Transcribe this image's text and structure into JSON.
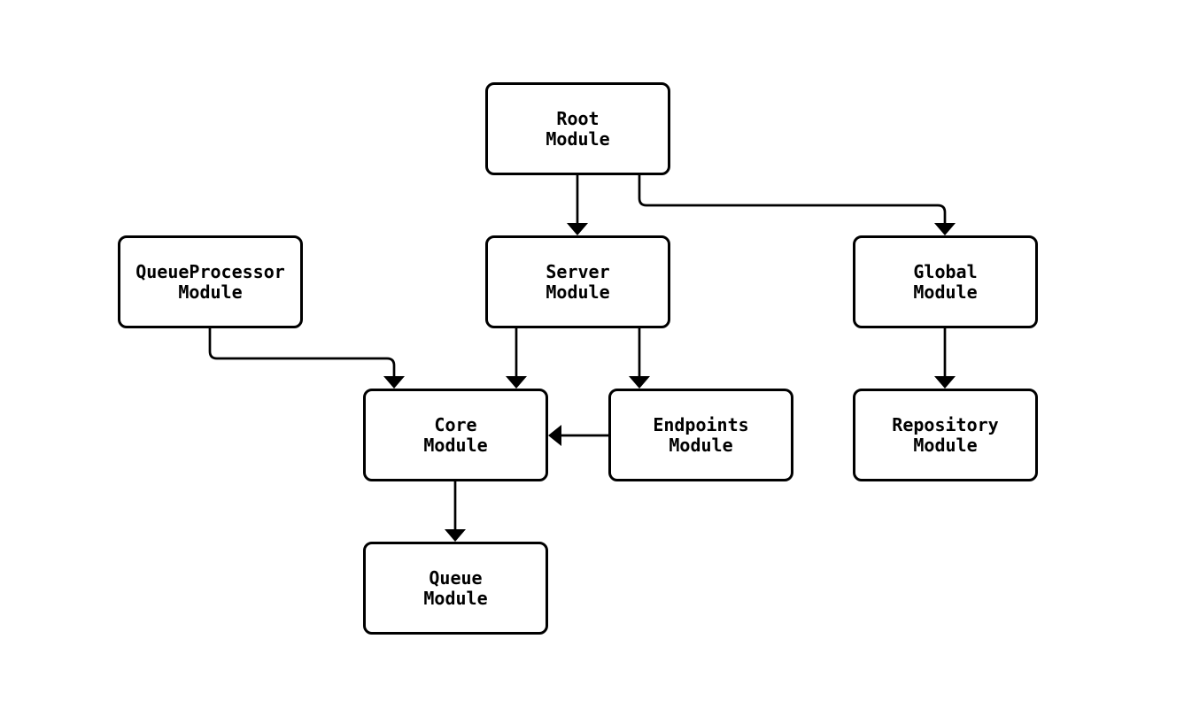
{
  "diagram": {
    "type": "module-dependency-flowchart",
    "background_color": "#ffffff",
    "node_fill_color": "#ffffff",
    "stroke_color": "#000000",
    "text_color": "#000000",
    "nodes": [
      {
        "id": "root",
        "line1": "Root",
        "line2": "Module"
      },
      {
        "id": "queueprocessor",
        "line1": "QueueProcessor",
        "line2": "Module"
      },
      {
        "id": "server",
        "line1": "Server",
        "line2": "Module"
      },
      {
        "id": "global",
        "line1": "Global",
        "line2": "Module"
      },
      {
        "id": "core",
        "line1": "Core",
        "line2": "Module"
      },
      {
        "id": "endpoints",
        "line1": "Endpoints",
        "line2": "Module"
      },
      {
        "id": "repository",
        "line1": "Repository",
        "line2": "Module"
      },
      {
        "id": "queue",
        "line1": "Queue",
        "line2": "Module"
      }
    ],
    "edges": [
      {
        "from": "root",
        "to": "server"
      },
      {
        "from": "root",
        "to": "global"
      },
      {
        "from": "queueprocessor",
        "to": "core"
      },
      {
        "from": "server",
        "to": "core"
      },
      {
        "from": "server",
        "to": "endpoints"
      },
      {
        "from": "endpoints",
        "to": "core"
      },
      {
        "from": "global",
        "to": "repository"
      },
      {
        "from": "core",
        "to": "queue"
      }
    ]
  }
}
